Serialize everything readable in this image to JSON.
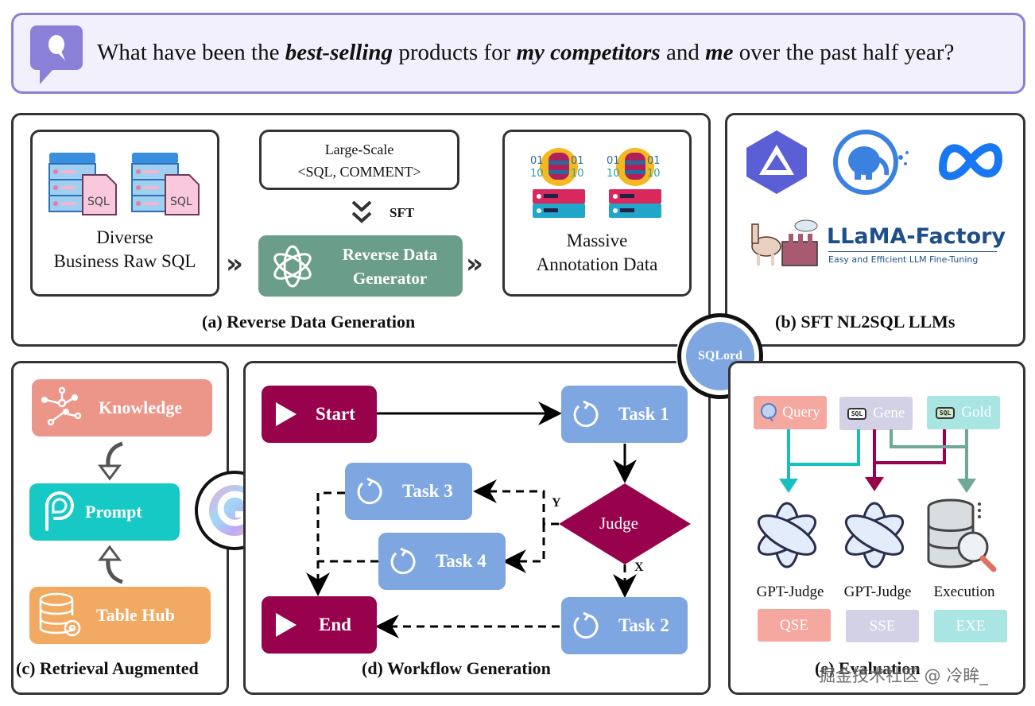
{
  "question": {
    "prefix": "What have been the ",
    "em1": "best-selling",
    "mid1": " products for ",
    "em2": "my competitors",
    "mid2": " and ",
    "em3": "me",
    "suffix": " over the past half year?",
    "icon": "question-chat-icon"
  },
  "colors": {
    "question_border": "#8b80d8",
    "question_bg": "#f2f0fd",
    "generator_green": "#6b9e8a",
    "maroon": "#98024d",
    "task_blue": "#7ea6e0",
    "knowledge": "#ec968a",
    "prompt": "#17c9c4",
    "table_hub": "#f2aa63",
    "qse": "#f5a8a0",
    "sse": "#d3d1e6",
    "exe": "#a9e5e2"
  },
  "panel_a": {
    "caption": "(a) Reverse Data Generation",
    "raw_sql": {
      "line1": "Diverse",
      "line2": "Business Raw SQL",
      "icon_label": "SQL"
    },
    "pairs": {
      "line1": "Large-Scale",
      "line2": "<SQL, COMMENT>"
    },
    "sft_label": "SFT",
    "generator": {
      "line1": "Reverse Data",
      "line2": "Generator"
    },
    "annotation": {
      "line1": "Massive",
      "line2": "Annotation Data",
      "bits": "01"
    }
  },
  "panel_b": {
    "caption": "(b) SFT NL2SQL LLMs",
    "logos": [
      "qwen-logo",
      "postgres-elephant-logo",
      "meta-logo"
    ],
    "factory_title": "LLaMA-Factory",
    "factory_subtitle": "Easy and Efficient LLM Fine-Tuning"
  },
  "center_badge": "SQLord",
  "panel_c": {
    "caption": "(c) Retrieval Augmented",
    "knowledge": "Knowledge",
    "prompt": "Prompt",
    "table_hub": "Table Hub"
  },
  "panel_d": {
    "caption": "(d) Workflow Generation",
    "start": "Start",
    "end": "End",
    "task1": "Task 1",
    "task2": "Task 2",
    "task3": "Task 3",
    "task4": "Task 4",
    "judge": "Judge",
    "branch_y": "Y",
    "branch_x": "X"
  },
  "panel_e": {
    "caption": "(e) Evaluation",
    "inputs": {
      "query": "Query",
      "gene": "Gene",
      "gold": "Gold",
      "sql_chip": "SQL"
    },
    "judges": [
      "GPT-Judge",
      "GPT-Judge",
      "Execution"
    ],
    "metrics": [
      "QSE",
      "SSE",
      "EXE"
    ]
  },
  "watermark": "掘金技术社区 @ 冷眸_"
}
